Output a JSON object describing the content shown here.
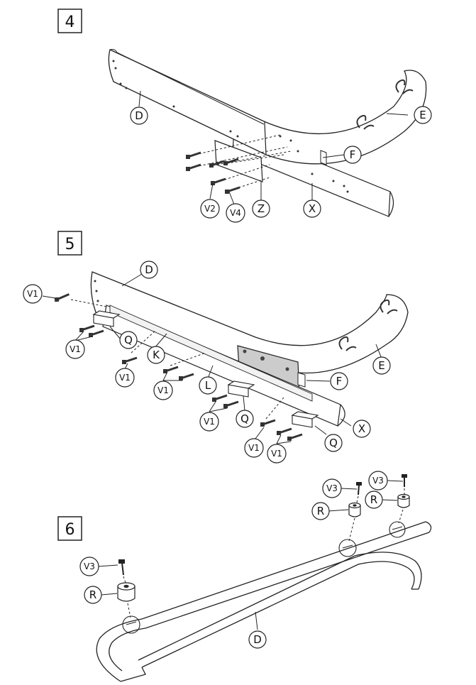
{
  "steps": [
    {
      "number": "4",
      "labels": {
        "D": "D",
        "E": "E",
        "F": "F",
        "Z": "Z",
        "X": "X",
        "V2": "V2",
        "V4": "V4"
      }
    },
    {
      "number": "5",
      "labels": {
        "D": "D",
        "E": "E",
        "F": "F",
        "K": "K",
        "L": "L",
        "X": "X",
        "Q1": "Q",
        "Q2": "Q",
        "Q3": "Q",
        "V1a": "V1",
        "V1b": "V1",
        "V1c": "V1",
        "V1d": "V1",
        "V1e": "V1",
        "V1f": "V1",
        "V1g": "V1"
      }
    },
    {
      "number": "6",
      "labels": {
        "D": "D",
        "R1": "R",
        "R2": "R",
        "R3": "R",
        "V3a": "V3",
        "V3b": "V3",
        "V3c": "V3"
      }
    }
  ],
  "colors": {
    "line": "#222222",
    "fill": "#ffffff",
    "shade": "#dddddd",
    "dark": "#555555"
  }
}
